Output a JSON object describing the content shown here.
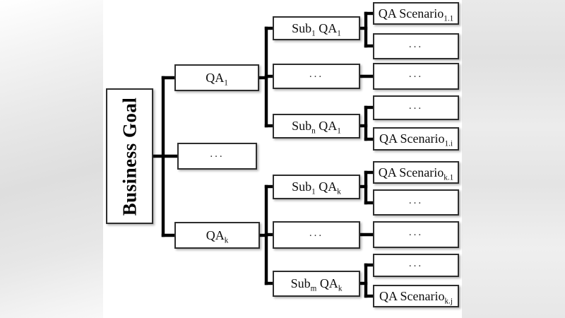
{
  "diagram": {
    "type": "tree",
    "description": "Business goal decomposition into quality attributes, sub quality attributes and QA scenarios",
    "colors": {
      "connector_line": "#000000",
      "box_border": "#2e2e2e",
      "box_fill": "#ffffff",
      "background_strip": "#e6e6e6"
    },
    "root": {
      "p1": "Business Goal"
    },
    "level2": [
      {
        "p1": "QA",
        "s1": "1"
      },
      {
        "p1": "..."
      },
      {
        "p1": "QA",
        "s1": "k"
      }
    ],
    "level3": [
      {
        "p1": "Sub",
        "s1": "1",
        "p2": " QA",
        "s2": "1"
      },
      {
        "p1": "..."
      },
      {
        "p1": "Sub",
        "s1": "n",
        "p2": " QA",
        "s2": "1"
      },
      {
        "p1": "Sub",
        "s1": "1",
        "p2": " QA",
        "s2": "k"
      },
      {
        "p1": "..."
      },
      {
        "p1": "Sub",
        "s1": "m",
        "p2": " QA",
        "s2": "k"
      }
    ],
    "level4": [
      {
        "p1": "QA Scenario",
        "s1": "1.1"
      },
      {
        "p1": "..."
      },
      {
        "p1": "..."
      },
      {
        "p1": "..."
      },
      {
        "p1": "QA Scenario",
        "s1": "1.i"
      },
      {
        "p1": "QA Scenario",
        "s1": "k.1"
      },
      {
        "p1": "..."
      },
      {
        "p1": "..."
      },
      {
        "p1": "..."
      },
      {
        "p1": "QA Scenario",
        "s1": "k.j"
      }
    ]
  }
}
